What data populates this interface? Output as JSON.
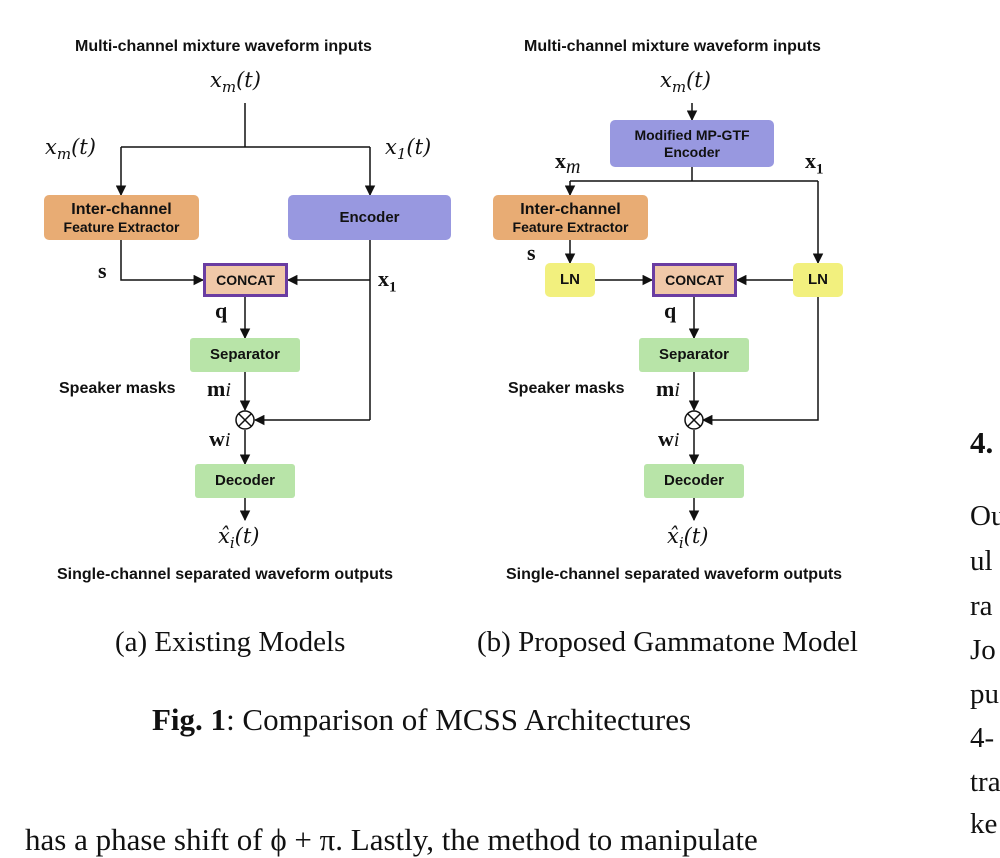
{
  "diagram_a": {
    "heading_top": "Multi-channel mixture waveform inputs",
    "input_symbol": "xm(t)",
    "branch_left_symbol": "xm(t)",
    "branch_right_symbol": "x1(t)",
    "inter_channel": {
      "line1": "Inter-channel",
      "line2": "Feature Extractor"
    },
    "encoder": "Encoder",
    "concat": "CONCAT",
    "separator": "Separator",
    "decoder": "Decoder",
    "var_s": "s",
    "var_x1": "x1",
    "var_q": "q",
    "speaker_masks": "Speaker masks",
    "var_m": "mi",
    "var_w": "wi",
    "output_symbol": "x̂i(t)",
    "heading_bottom": "Single-channel separated waveform outputs",
    "caption": "(a) Existing Models"
  },
  "diagram_b": {
    "heading_top": "Multi-channel mixture waveform inputs",
    "input_symbol": "xm(t)",
    "encoder": {
      "line1": "Modified MP-GTF",
      "line2": "Encoder"
    },
    "var_xm": "xm",
    "var_x1": "x1",
    "inter_channel": {
      "line1": "Inter-channel",
      "line2": "Feature Extractor"
    },
    "var_s": "s",
    "ln": "LN",
    "concat": "CONCAT",
    "separator": "Separator",
    "decoder": "Decoder",
    "var_q": "q",
    "speaker_masks": "Speaker masks",
    "var_m": "mi",
    "var_w": "wi",
    "output_symbol": "x̂i(t)",
    "heading_bottom": "Single-channel separated waveform outputs",
    "caption": "(b) Proposed Gammatone Model"
  },
  "figure": {
    "label": "Fig. 1",
    "caption_text": ": Comparison of MCSS Architectures"
  },
  "body_text": "has a phase shift of ϕ + π. Lastly, the method to manipulate",
  "side_column": {
    "section_number": "4.",
    "fragments": [
      "Ou",
      "ul",
      "ra",
      "Jo",
      "pu",
      "4-",
      "tra",
      "ke"
    ]
  }
}
